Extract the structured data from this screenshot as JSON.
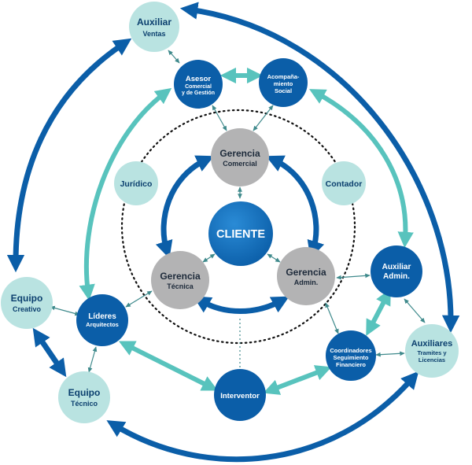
{
  "center": {
    "label": "CLIENTE"
  },
  "management": {
    "comercial": {
      "line1": "Gerencia",
      "line2": "Comercial"
    },
    "tecnica": {
      "line1": "Gerencia",
      "line2": "Técnica"
    },
    "admin": {
      "line1": "Gerencia",
      "line2": "Admin."
    }
  },
  "advisors": {
    "juridico": "Jurídico",
    "contador": "Contador"
  },
  "team": {
    "asesor": {
      "line1": "Asesor",
      "line2": "Comercial",
      "line3": "y de Gestión"
    },
    "acompanamiento": {
      "line1": "Acompaña-",
      "line2": "miento",
      "line3": "Social"
    },
    "auxiliar_admin": {
      "line1": "Auxiliar",
      "line2": "Admin."
    },
    "coordinadores": {
      "line1": "Coordinadores",
      "line2": "Seguimiento",
      "line3": "Financiero"
    },
    "interventor": "Interventor",
    "lideres": {
      "line1": "Líderes",
      "line2": "Arquitectos"
    }
  },
  "outer": {
    "auxiliar_ventas": {
      "line1": "Auxiliar",
      "line2": "Ventas"
    },
    "equipo_creativo": {
      "line1": "Equipo",
      "line2": "Creativo"
    },
    "equipo_tecnico": {
      "line1": "Equipo",
      "line2": "Técnico"
    },
    "auxiliares": {
      "line1": "Auxiliares",
      "line2": "Tramites y",
      "line3": "Licencias"
    }
  },
  "colors": {
    "dark_blue": "#0b5ea8",
    "mid_blue": "#1a6fb8",
    "teal": "#58c3bd",
    "light_teal": "#b9e3e1",
    "gray": "#b3b3b4",
    "connector": "#3f8a8c"
  }
}
